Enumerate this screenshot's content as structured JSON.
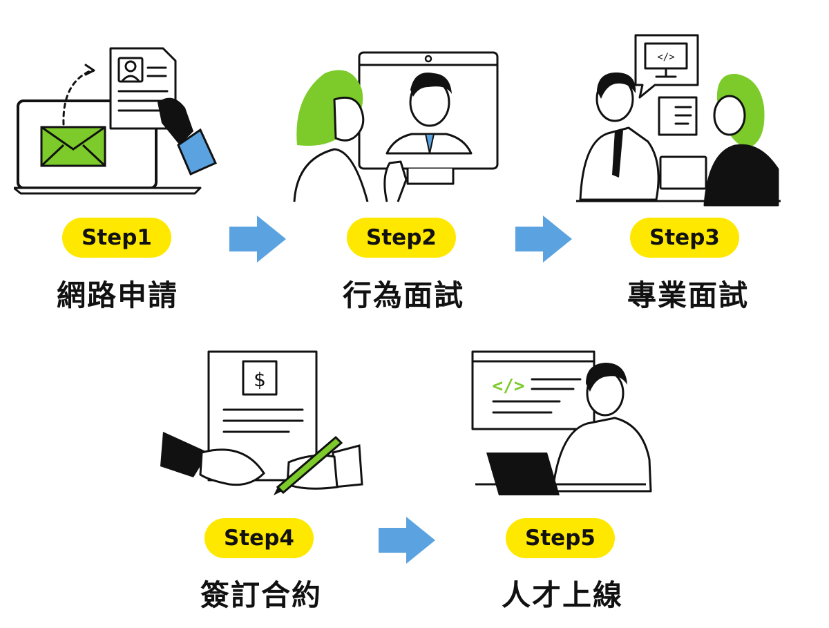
{
  "steps": [
    {
      "badge": "Step1",
      "label": "網路申請",
      "illustration": "online-application"
    },
    {
      "badge": "Step2",
      "label": "行為面試",
      "illustration": "video-interview"
    },
    {
      "badge": "Step3",
      "label": "專業面試",
      "illustration": "technical-interview"
    },
    {
      "badge": "Step4",
      "label": "簽訂合約",
      "illustration": "contract-signing"
    },
    {
      "badge": "Step5",
      "label": "人才上線",
      "illustration": "developer-onboard"
    }
  ],
  "colors": {
    "badge": "#FFE800",
    "arrow": "#5AA3E0",
    "accent_green": "#7CCB2A",
    "ink": "#111111"
  }
}
